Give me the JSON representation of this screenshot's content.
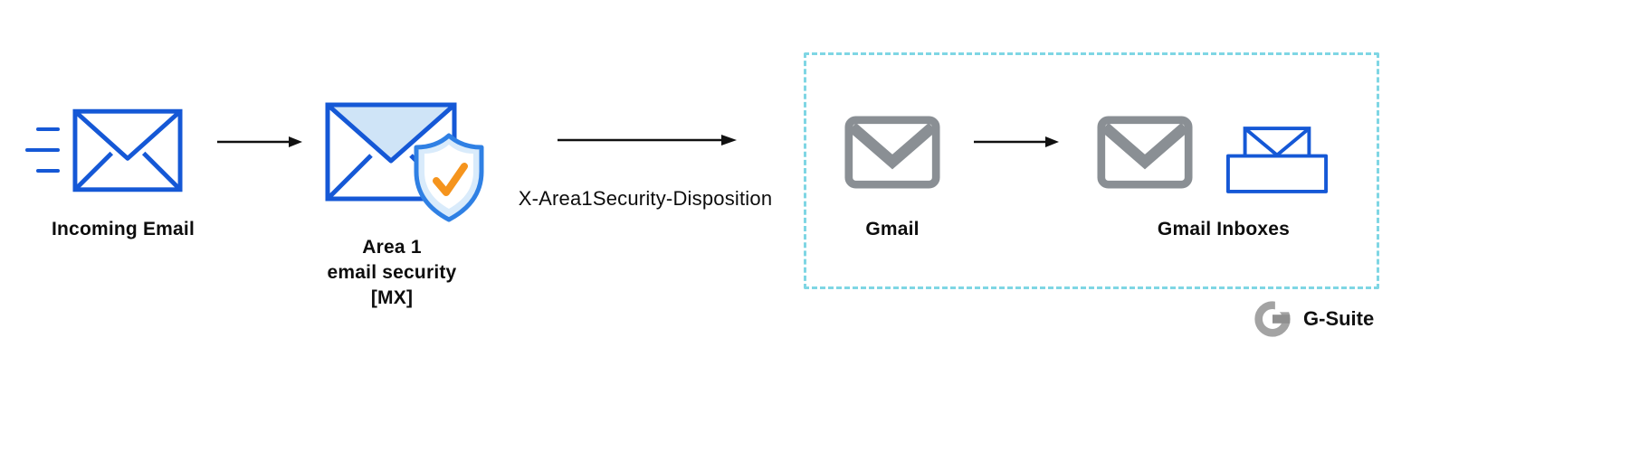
{
  "diagram": {
    "nodes": {
      "incoming_email": {
        "label": "Incoming Email",
        "icon": "speed-envelope-icon"
      },
      "area1": {
        "label_lines": [
          "Area 1",
          "email security",
          "[MX]"
        ],
        "icon": "envelope-shield-check-icon"
      },
      "gmail": {
        "label": "Gmail",
        "icon": "gmail-envelope-icon"
      },
      "gmail_inboxes": {
        "label": "Gmail Inboxes",
        "icons": [
          "gmail-envelope-icon",
          "inbox-envelope-icon"
        ]
      }
    },
    "edges": [
      {
        "from": "incoming_email",
        "to": "area1"
      },
      {
        "from": "area1",
        "to": "gmail",
        "label": "X-Area1Security-Disposition"
      },
      {
        "from": "gmail",
        "to": "gmail_inboxes"
      }
    ],
    "group_box": {
      "style": "dashed",
      "color": "#7fd6e4",
      "contains": [
        "Gmail",
        "Gmail Inboxes"
      ]
    },
    "footer": {
      "logo_icon": "g-suite-logo",
      "label": "G-Suite"
    },
    "colors": {
      "envelope_blue": "#1558d6",
      "flap_tint": "#cfe4f7",
      "shield_blue": "#2f80e4",
      "shield_fill": "#d9ebfb",
      "check_orange": "#f5941d",
      "gmail_gray": "#8a8f94",
      "dashed_border": "#7fd6e4",
      "arrow_color": "#111111",
      "logo_gray": "#9e9e9e"
    }
  }
}
